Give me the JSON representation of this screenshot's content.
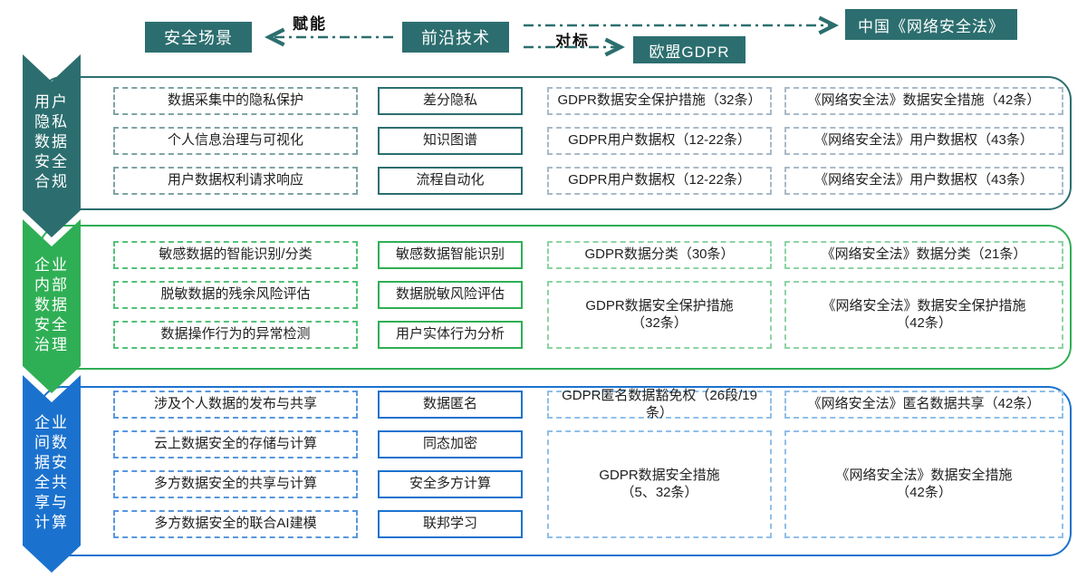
{
  "header": {
    "security_scenario": "安全场景",
    "frontier_tech": "前沿技术",
    "eu_gdpr": "欧盟GDPR",
    "china_law": "中国《网络安全法》",
    "empower": "赋能",
    "benchmark": "对标"
  },
  "colors": {
    "teal": "#2C6E6F",
    "green": "#2FAF55",
    "blue": "#1B72CE"
  },
  "bands": [
    {
      "key": "user-privacy-data-compliance",
      "ribbon_lines": [
        "用户",
        "隐私",
        "数据",
        "安全",
        "合规"
      ],
      "scenarios": [
        "数据采集中的隐私保护",
        "个人信息治理与可视化",
        "用户数据权利请求响应"
      ],
      "technologies": [
        "差分隐私",
        "知识图谱",
        "流程自动化"
      ],
      "gdpr": [
        {
          "row": 0,
          "span": 1,
          "lines": [
            "GDPR数据安全保护措施（32条）"
          ]
        },
        {
          "row": 1,
          "span": 1,
          "lines": [
            "GDPR用户数据权（12-22条）"
          ]
        },
        {
          "row": 2,
          "span": 1,
          "lines": [
            "GDPR用户数据权（12-22条）"
          ]
        }
      ],
      "law": [
        {
          "row": 0,
          "span": 1,
          "lines": [
            "《网络安全法》数据安全措施（42条）"
          ]
        },
        {
          "row": 1,
          "span": 1,
          "lines": [
            "《网络安全法》用户数据权（43条）"
          ]
        },
        {
          "row": 2,
          "span": 1,
          "lines": [
            "《网络安全法》用户数据权（43条）"
          ]
        }
      ]
    },
    {
      "key": "enterprise-internal-data-governance",
      "ribbon_lines": [
        "企业",
        "内部",
        "数据",
        "安全",
        "治理"
      ],
      "scenarios": [
        "敏感数据的智能识别/分类",
        "脱敏数据的残余风险评估",
        "数据操作行为的异常检测"
      ],
      "technologies": [
        "敏感数据智能识别",
        "数据脱敏风险评估",
        "用户实体行为分析"
      ],
      "gdpr": [
        {
          "row": 0,
          "span": 1,
          "lines": [
            "GDPR数据分类（30条）"
          ]
        },
        {
          "row": 1,
          "span": 2,
          "lines": [
            "GDPR数据安全保护措施",
            "（32条）"
          ]
        }
      ],
      "law": [
        {
          "row": 0,
          "span": 1,
          "lines": [
            "《网络安全法》数据分类（21条）"
          ]
        },
        {
          "row": 1,
          "span": 2,
          "lines": [
            "《网络安全法》数据安全保护措施",
            "（42条）"
          ]
        }
      ]
    },
    {
      "key": "inter-enterprise-data-sharing-computing",
      "ribbon_lines": [
        "企业",
        "间数",
        "据安",
        "全共",
        "享与",
        "计算"
      ],
      "scenarios": [
        "涉及个人数据的发布与共享",
        "云上数据安全的存储与计算",
        "多方数据安全的共享与计算",
        "多方数据安全的联合AI建模"
      ],
      "technologies": [
        "数据匿名",
        "同态加密",
        "安全多方计算",
        "联邦学习"
      ],
      "gdpr": [
        {
          "row": 0,
          "span": 1,
          "lines": [
            "GDPR匿名数据豁免权（26段/19条）"
          ]
        },
        {
          "row": 1,
          "span": 3,
          "lines": [
            "GDPR数据安全措施",
            "（5、32条）"
          ]
        }
      ],
      "law": [
        {
          "row": 0,
          "span": 1,
          "lines": [
            "《网络安全法》匿名数据共享（42条）"
          ]
        },
        {
          "row": 1,
          "span": 3,
          "lines": [
            "《网络安全法》数据安全措施",
            "（42条）"
          ]
        }
      ]
    }
  ]
}
